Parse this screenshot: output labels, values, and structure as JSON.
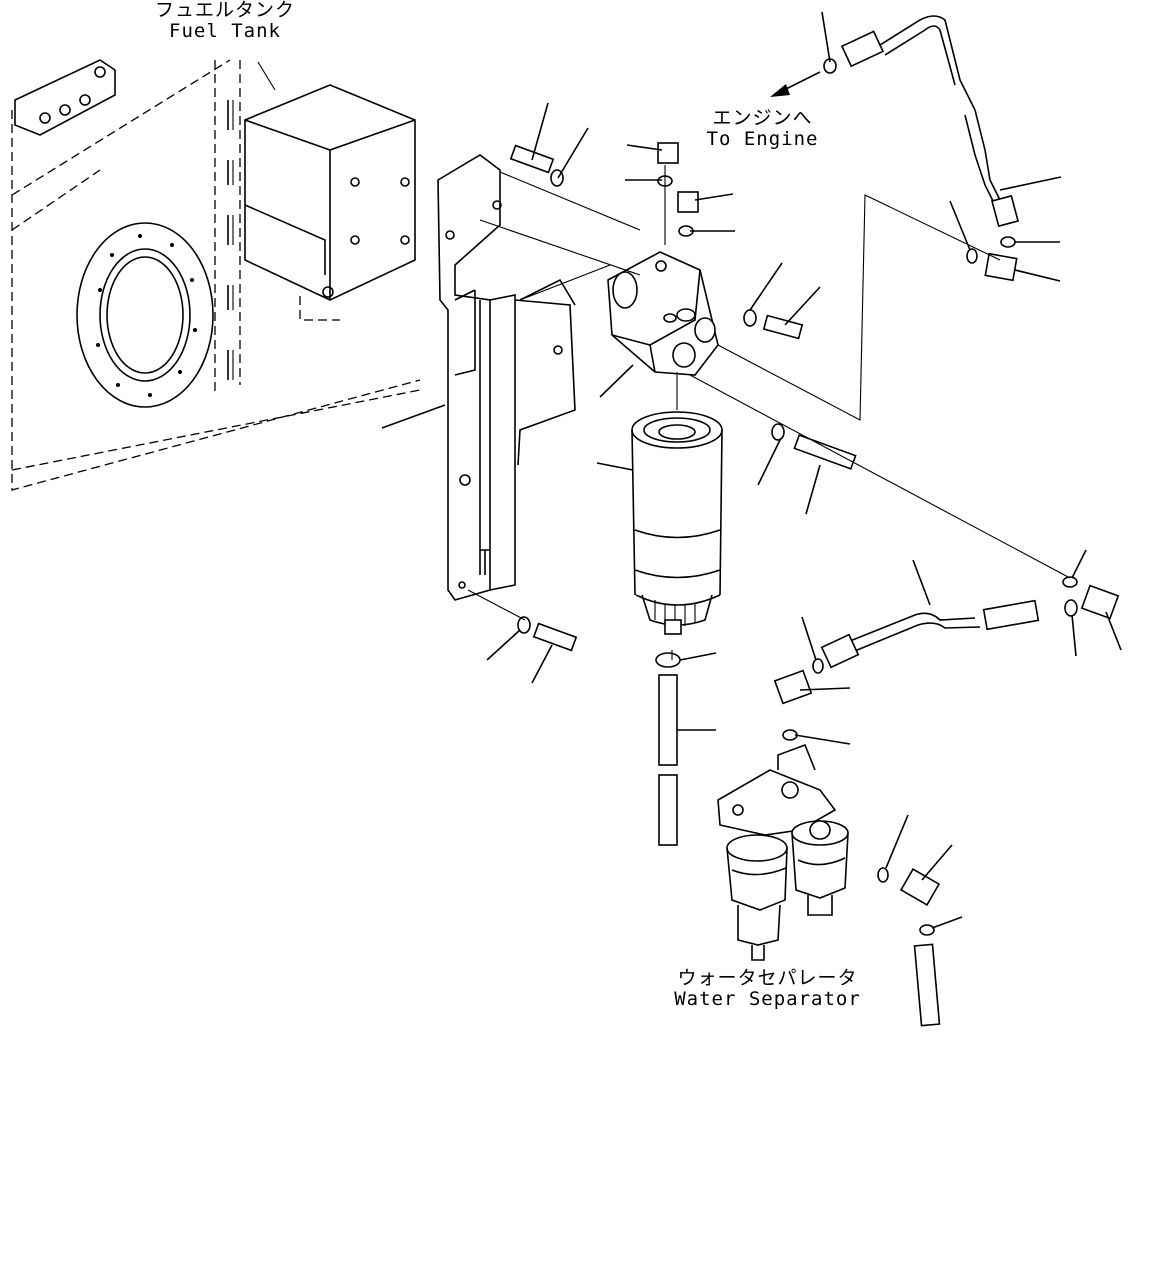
{
  "labels": {
    "fuel_tank_jp": "フュエルタンク",
    "fuel_tank_en": "Fuel Tank",
    "to_engine_jp": "エンジンへ",
    "to_engine_en": "To Engine",
    "water_separator_jp": "ウォータセパレータ",
    "water_separator_en": "Water Separator"
  }
}
